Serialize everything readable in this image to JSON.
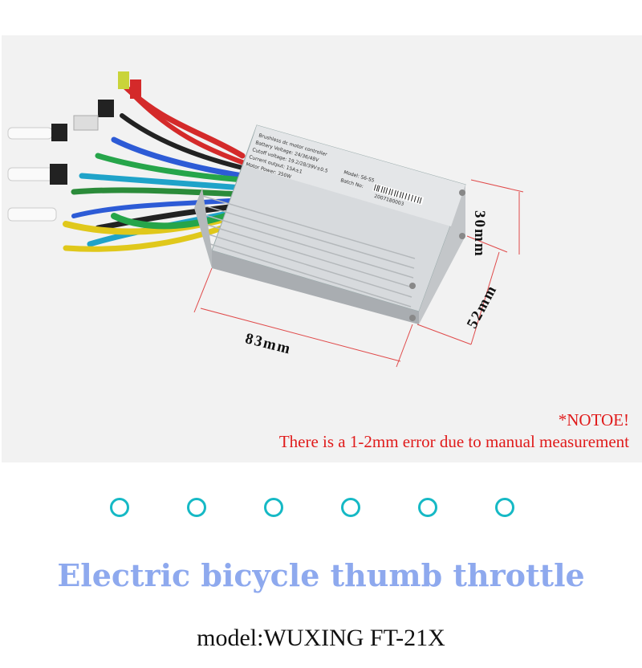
{
  "dimensions": {
    "length": "83mm",
    "width": "52mm",
    "height": "30mm"
  },
  "controller_label": {
    "line1": "Brushless dc motor controller",
    "line2": "Battery Voltage: 24/36/48V",
    "line3": "Cutoff voltage: 19.2/28/39V±0.5",
    "line4": "Current output: 15A±1",
    "line5": "Motor Power: 350W",
    "model": "Model: S6-S5",
    "batch": "Batch No:",
    "barcode_number": "2007180003"
  },
  "notice": {
    "title": "*NOTOE!",
    "text": "There is a 1-2mm error due to manual measurement"
  },
  "headline": "Electric bicycle thumb throttle",
  "model_line": "model:WUXING FT-21X",
  "colors": {
    "notice": "#e01b1b",
    "headline": "#8ea9ee",
    "dots": "#16b9c5"
  }
}
